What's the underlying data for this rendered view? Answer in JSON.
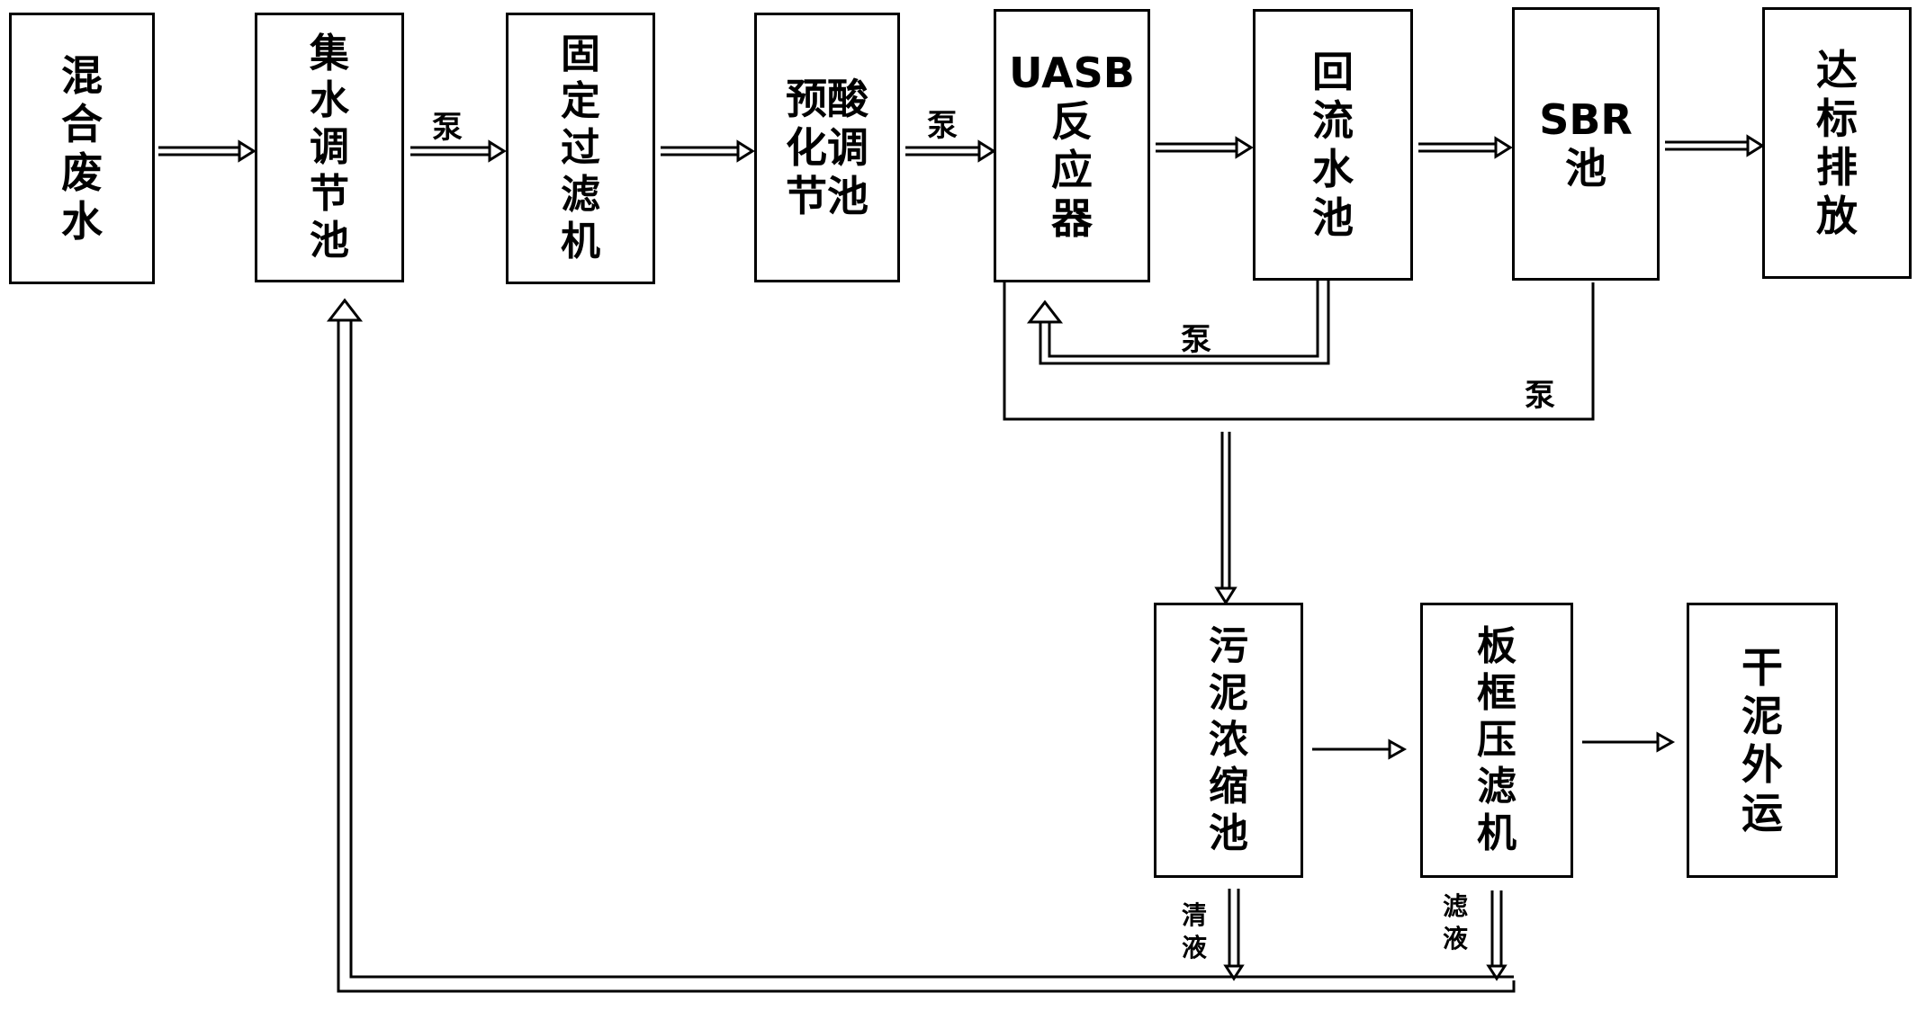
{
  "nodes": {
    "mixed_wastewater": "混\n合\n废\n水",
    "collection_tank": "集\n水\n调\n节\n池",
    "fixed_filter": "固\n定\n过\n滤\n机",
    "preacid_tank": "预酸\n化调\n节池",
    "uasb_reactor": "UASB\n反\n应\n器",
    "reflux_tank": "回\n流\n水\n池",
    "sbr_tank": "SBR\n池",
    "discharge": "达\n标\n排\n放",
    "sludge_thickener": "污\n泥\n浓\n缩\n池",
    "filter_press": "板\n框\n压\n滤\n机",
    "dry_sludge": "干\n泥\n外\n运"
  },
  "labels": {
    "pump_1": "泵",
    "pump_2": "泵",
    "pump_3": "泵",
    "pump_4": "泵",
    "supernatant": "清\n液",
    "filtrate": "滤\n液"
  }
}
